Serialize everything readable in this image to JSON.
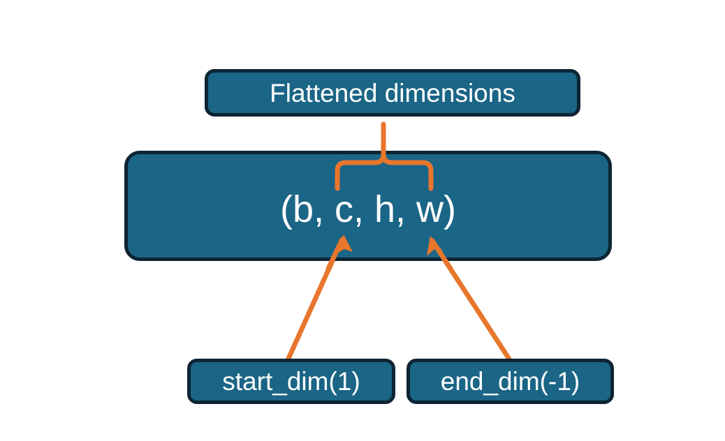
{
  "diagram": {
    "title": "Flatten operation dimension diagram",
    "background_color": "#ffffff",
    "node_fill": "#1b6586",
    "node_border": "#0d2433",
    "node_text_color": "#ffffff",
    "accent_color": "#e8762c",
    "nodes": {
      "flattened": {
        "label": "Flattened dimensions"
      },
      "shape": {
        "label": "(b, c, h, w)"
      },
      "start_dim": {
        "label": "start_dim(1)"
      },
      "end_dim": {
        "label": "end_dim(-1)"
      }
    },
    "annotations": {
      "brace": {
        "name": "curly-brace",
        "color": "#e8762c",
        "spans_label": "c, h, w",
        "points_to": "Flattened dimensions"
      },
      "arrow_start": {
        "name": "arrow-start-dim",
        "color": "#e8762c",
        "from": "start_dim(1)",
        "to": "c"
      },
      "arrow_end": {
        "name": "arrow-end-dim",
        "color": "#e8762c",
        "from": "end_dim(-1)",
        "to": "w"
      }
    }
  }
}
